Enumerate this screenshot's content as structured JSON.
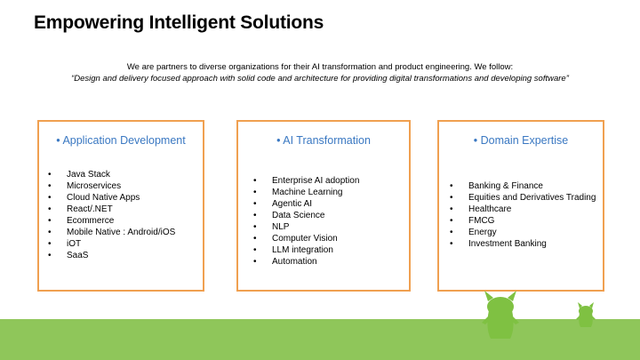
{
  "slide": {
    "title": "Empowering Intelligent Solutions",
    "intro_line": "We are partners to diverse organizations for their AI transformation and product engineering. We follow:",
    "quote": "“Design and delivery focused approach with solid code and architecture for providing digital transformations and developing software”"
  },
  "cards": [
    {
      "heading": "•  Application Development",
      "items": [
        "Java Stack",
        "Microservices",
        "Cloud Native Apps",
        "React/.NET",
        "Ecommerce",
        "Mobile Native : Android/iOS",
        "iOT",
        "SaaS"
      ]
    },
    {
      "heading": "•  AI Transformation",
      "items": [
        "Enterprise AI adoption",
        "Machine Learning",
        "Agentic AI",
        "Data Science",
        "NLP",
        "Computer Vision",
        "LLM integration",
        "Automation"
      ]
    },
    {
      "heading": "•  Domain Expertise",
      "items": [
        "Banking & Finance",
        "Equities and Derivatives Trading",
        "Healthcare",
        "FMCG",
        "Energy",
        "Investment Banking"
      ]
    }
  ],
  "colors": {
    "card_border": "#f0a050",
    "heading_text": "#3a78c2",
    "ground": "#8fc65a",
    "mascot": "#7fc142"
  },
  "icons": [
    "large-mascot-icon",
    "small-mascot-icon"
  ]
}
